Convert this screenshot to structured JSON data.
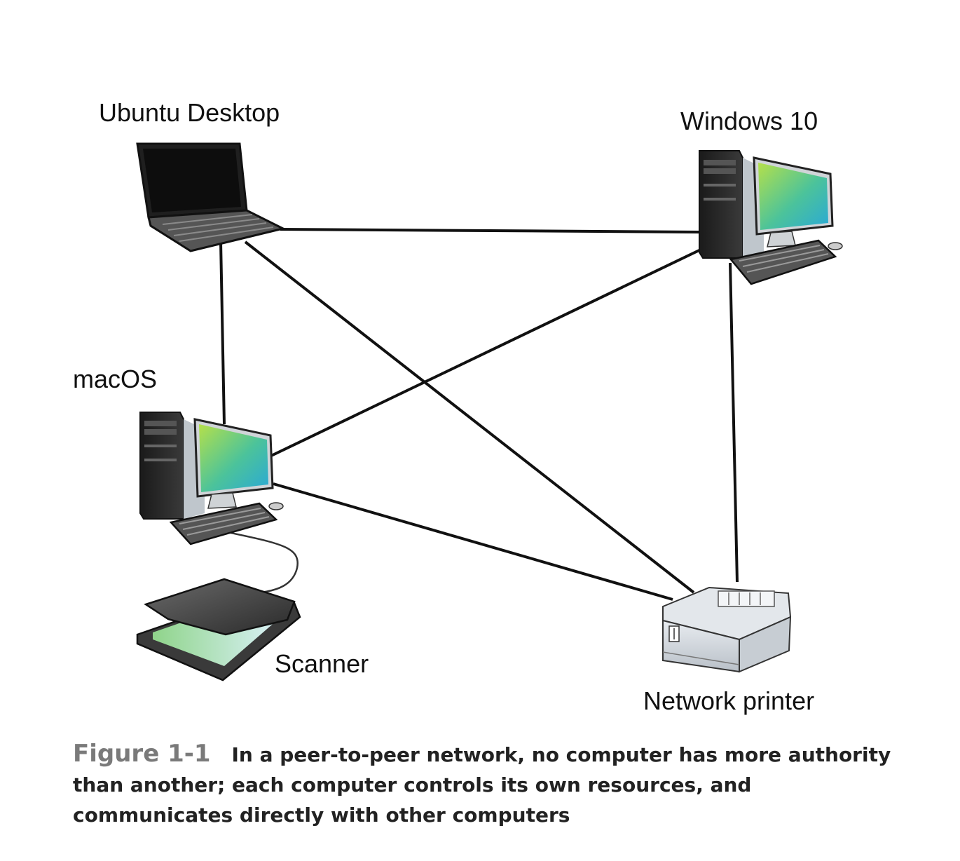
{
  "nodes": {
    "ubuntu": {
      "label": "Ubuntu Desktop",
      "device": "laptop-icon"
    },
    "windows": {
      "label": "Windows 10",
      "device": "desktop-computer-icon"
    },
    "macos": {
      "label": "macOS",
      "device": "desktop-computer-icon"
    },
    "scanner": {
      "label": "Scanner",
      "device": "scanner-icon"
    },
    "printer": {
      "label": "Network printer",
      "device": "printer-icon"
    }
  },
  "links": [
    [
      "ubuntu",
      "windows"
    ],
    [
      "ubuntu",
      "macos"
    ],
    [
      "ubuntu",
      "printer"
    ],
    [
      "windows",
      "macos"
    ],
    [
      "windows",
      "printer"
    ],
    [
      "macos",
      "printer"
    ],
    [
      "macos",
      "scanner"
    ]
  ],
  "caption": {
    "figure_number": "Figure 1-1",
    "text": "In a peer-to-peer network, no computer has more authority than another; each computer controls its own resources, and communicates directly with other computers"
  },
  "colors": {
    "screen_gradient": [
      "#9ad94a",
      "#2ab3c8"
    ],
    "line": "#111111",
    "caption_figure": "#7a7a7a"
  }
}
